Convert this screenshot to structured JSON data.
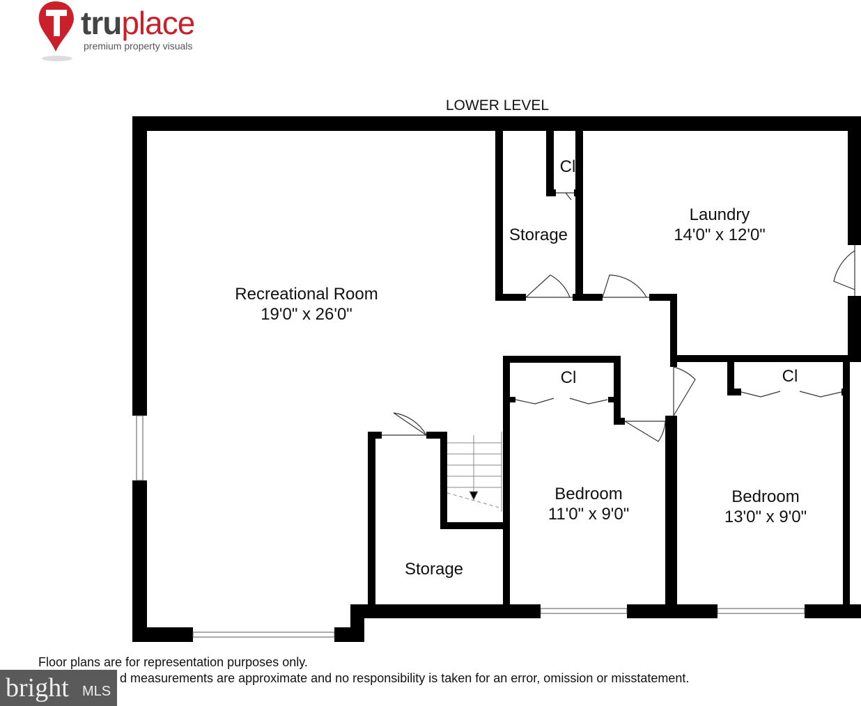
{
  "logo": {
    "brand_part1": "tru",
    "brand_part2": "place",
    "tagline": "premium property visuals"
  },
  "level_title": "LOWER LEVEL",
  "rooms": [
    {
      "name": "Recreational Room",
      "size": "19'0\" x 26'0\""
    },
    {
      "name": "Storage",
      "size": ""
    },
    {
      "name": "Cl",
      "size": ""
    },
    {
      "name": "Laundry",
      "size": "14'0\" x 12'0\""
    },
    {
      "name": "Cl",
      "size": ""
    },
    {
      "name": "Cl",
      "size": ""
    },
    {
      "name": "Bedroom",
      "size": "11'0\" x 9'0\""
    },
    {
      "name": "Bedroom",
      "size": "13'0\" x 9'0\""
    },
    {
      "name": "Storage",
      "size": ""
    }
  ],
  "disclaimer": {
    "line1": "Floor plans are for representation purposes only.",
    "line2": "d measurements are approximate and no responsibility is taken for an error, omission or misstatement."
  },
  "watermark": {
    "brand": "bright",
    "suffix": "MLS"
  },
  "colors": {
    "wall": "#000000",
    "brand_red": "#c9202a"
  }
}
